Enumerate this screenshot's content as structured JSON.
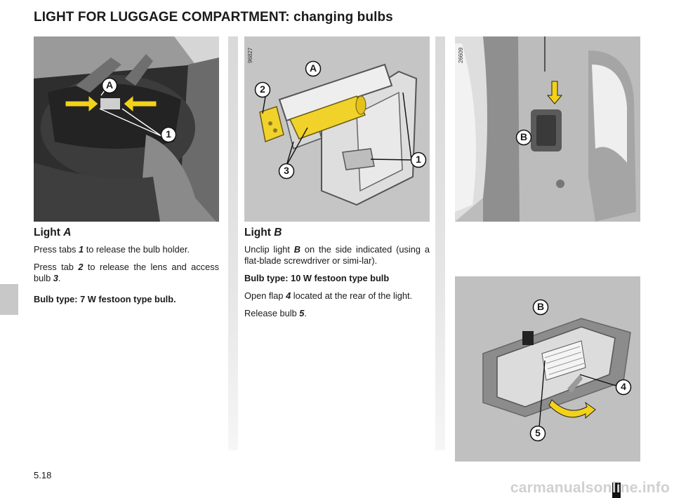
{
  "page": {
    "title": "LIGHT FOR LUGGAGE COMPARTMENT: changing bulbs",
    "page_number": "5.18",
    "watermark": "carmanualsonline.info"
  },
  "photos": {
    "photo1": {
      "labels": {
        "a": "A",
        "one": "1"
      }
    },
    "photo2": {
      "code": "96827",
      "labels": {
        "a": "A",
        "two": "2",
        "three": "3",
        "one": "1"
      }
    },
    "photo3": {
      "code": "26609",
      "labels": {
        "b": "B"
      }
    },
    "photo4": {
      "labels": {
        "b": "B",
        "four": "4",
        "five": "5"
      }
    }
  },
  "light_a": {
    "heading_prefix": "Light ",
    "heading_letter": "A",
    "p1_pre": "Press tabs ",
    "p1_num": "1",
    "p1_post": " to release the bulb holder.",
    "p2_pre": "Press tab ",
    "p2_num": "2",
    "p2_mid": " to release the lens and access bulb ",
    "p2_num2": "3",
    "p2_post": ".",
    "bulb_type": "Bulb type: 7 W festoon type bulb."
  },
  "light_b": {
    "heading_prefix": "Light ",
    "heading_letter": "B",
    "p1_pre": "Unclip light ",
    "p1_letter": "B",
    "p1_post": " on the side indicated (using a flat-blade screwdriver or simi-lar).",
    "bulb_type": "Bulb type: 10 W festoon type bulb",
    "p2_pre": "Open flap ",
    "p2_num": "4",
    "p2_post": " located at the rear of the light.",
    "p3_pre": "Release bulb ",
    "p3_num": "5",
    "p3_post": "."
  },
  "colors": {
    "arrow_yellow": "#f2d21a",
    "callout_bg": "#ffffff",
    "callout_stroke": "#111111"
  }
}
